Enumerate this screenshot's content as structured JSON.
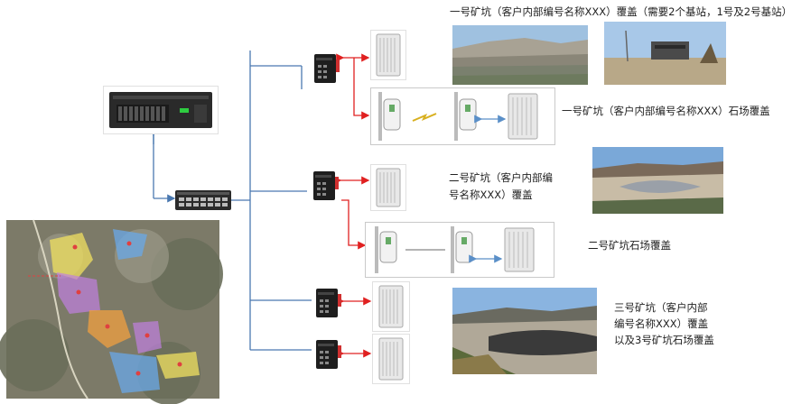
{
  "labels": {
    "mine1_coverage": "一号矿坑（客户内部编号名称XXX）覆盖（需要2个基站，1号及2号基站）",
    "mine1_quarry": "一号矿坑（客户内部编号名称XXX）石场覆盖",
    "mine2_coverage_line1": "二号矿坑（客户内部编",
    "mine2_coverage_line2": "号名称XXX）覆盖",
    "mine2_quarry": "二号矿坑石场覆盖",
    "mine3_line1": "三号矿坑（客户内部",
    "mine3_line2": "编号名称XXX）覆盖",
    "mine3_line3": "以及3号矿坑石场覆盖"
  },
  "colors": {
    "trunk_line": "#4a78b0",
    "link_arrow": "#e02020",
    "bridge_arrow": "#5a8fc8",
    "zone_yellow": "#f0e060",
    "zone_blue": "#6aa8e8",
    "zone_purple": "#c080e0",
    "zone_orange": "#f0a040"
  }
}
